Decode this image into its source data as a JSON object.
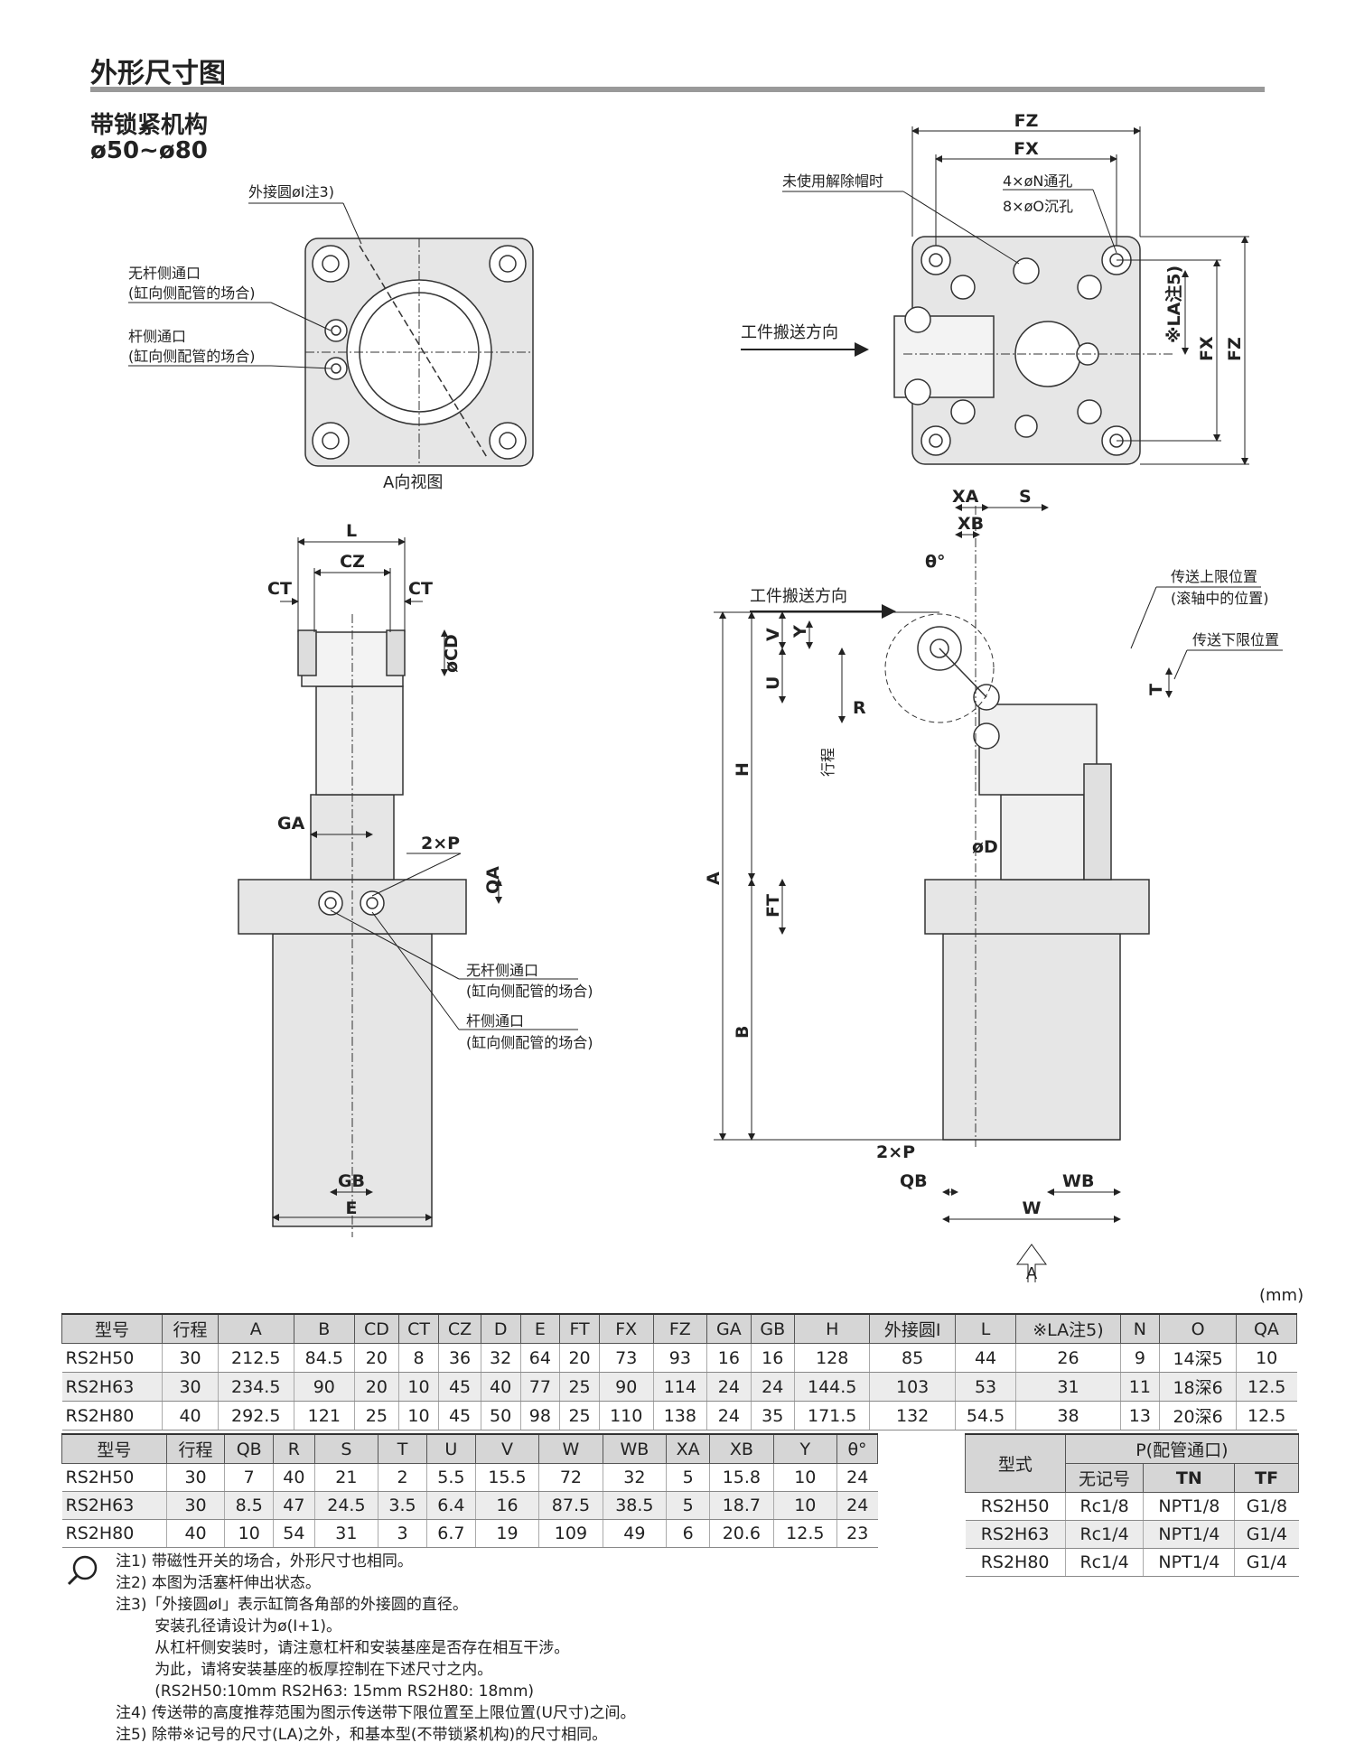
{
  "header": {
    "title": "外形尺寸图",
    "subtitle": "带锁紧机构",
    "bore_range": "ø50~ø80"
  },
  "view_top_left": {
    "callout_circle": "外接圆øI注3)",
    "port_head": "无杆侧通口",
    "port_head_note": "(缸向侧配管的场合)",
    "port_rod": "杆侧通口",
    "port_rod_note": "(缸向侧配管的场合)",
    "caption": "A向视图"
  },
  "view_top_right": {
    "dims": [
      "FZ",
      "FX",
      "FX",
      "FZ",
      "※LA注5)"
    ],
    "cap_note": "未使用解除帽时",
    "hole1": "4×øN通孔",
    "hole2": "8×øO沉孔",
    "direction": "工件搬送方向"
  },
  "view_front": {
    "dims": [
      "L",
      "CZ",
      "CT",
      "CT",
      "øCD",
      "GA",
      "2×P",
      "QA",
      "GB",
      "E"
    ],
    "port_head": "无杆侧通口",
    "port_head_note": "(缸向侧配管的场合)",
    "port_rod": "杆侧通口",
    "port_rod_note": "(缸向侧配管的场合)"
  },
  "view_side": {
    "dims": [
      "XA",
      "S",
      "XB",
      "θ°",
      "V",
      "Y",
      "U",
      "R",
      "H",
      "A",
      "FT",
      "B",
      "øD",
      "T",
      "2×P",
      "QB",
      "WB",
      "W",
      "A"
    ],
    "direction": "工件搬送方向",
    "upper_limit": "传送上限位置",
    "upper_limit_note": "(滚轴中的位置)",
    "lower_limit": "传送下限位置",
    "stroke": "行程",
    "arrow_label": "A"
  },
  "table1": {
    "headers": [
      "型号",
      "行程",
      "A",
      "B",
      "CD",
      "CT",
      "CZ",
      "D",
      "E",
      "FT",
      "FX",
      "FZ",
      "GA",
      "GB",
      "H",
      "外接圆I",
      "L",
      "※LA注5)",
      "N",
      "O",
      "QA"
    ],
    "rows": [
      [
        "RS2H50",
        "30",
        "212.5",
        "84.5",
        "20",
        "8",
        "36",
        "32",
        "64",
        "20",
        "73",
        "93",
        "16",
        "16",
        "128",
        "85",
        "44",
        "26",
        "9",
        "14深5",
        "10"
      ],
      [
        "RS2H63",
        "30",
        "234.5",
        "90",
        "20",
        "10",
        "45",
        "40",
        "77",
        "25",
        "90",
        "114",
        "24",
        "24",
        "144.5",
        "103",
        "53",
        "31",
        "11",
        "18深6",
        "12.5"
      ],
      [
        "RS2H80",
        "40",
        "292.5",
        "121",
        "25",
        "10",
        "45",
        "50",
        "98",
        "25",
        "110",
        "138",
        "24",
        "35",
        "171.5",
        "132",
        "54.5",
        "38",
        "13",
        "20深6",
        "12.5"
      ]
    ]
  },
  "table2": {
    "headers": [
      "型号",
      "行程",
      "QB",
      "R",
      "S",
      "T",
      "U",
      "V",
      "W",
      "WB",
      "XA",
      "XB",
      "Y",
      "θ°"
    ],
    "rows": [
      [
        "RS2H50",
        "30",
        "7",
        "40",
        "21",
        "2",
        "5.5",
        "15.5",
        "72",
        "32",
        "5",
        "15.8",
        "10",
        "24"
      ],
      [
        "RS2H63",
        "30",
        "8.5",
        "47",
        "24.5",
        "3.5",
        "6.4",
        "16",
        "87.5",
        "38.5",
        "5",
        "18.7",
        "10",
        "24"
      ],
      [
        "RS2H80",
        "40",
        "10",
        "54",
        "31",
        "3",
        "6.7",
        "19",
        "109",
        "49",
        "6",
        "20.6",
        "12.5",
        "23"
      ]
    ]
  },
  "table3": {
    "header_model": "型式",
    "header_p": "P(配管通口)",
    "sub_headers": [
      "无记号",
      "TN",
      "TF"
    ],
    "rows": [
      [
        "RS2H50",
        "Rc1/8",
        "NPT1/8",
        "G1/8"
      ],
      [
        "RS2H63",
        "Rc1/4",
        "NPT1/4",
        "G1/4"
      ],
      [
        "RS2H80",
        "Rc1/4",
        "NPT1/4",
        "G1/4"
      ]
    ]
  },
  "unit_label": "(mm)",
  "notes": [
    "注1) 带磁性开关的场合，外形尺寸也相同。",
    "注2) 本图为活塞杆伸出状态。",
    "注3)「外接圆øI」表示缸筒各角部的外接圆的直径。",
    "        安装孔径请设计为ø(I+1)。",
    "        从杠杆侧安装时，请注意杠杆和安装基座是否存在相互干涉。",
    "        为此，请将安装基座的板厚控制在下述尺寸之内。",
    "        (RS2H50:10mm RS2H63: 15mm RS2H80: 18mm)",
    "注4) 传送带的高度推荐范围为图示传送带下限位置至上限位置(U尺寸)之间。",
    "注5) 除带※记号的尺寸(LA)之外，和基本型(不带锁紧机构)的尺寸相同。"
  ]
}
